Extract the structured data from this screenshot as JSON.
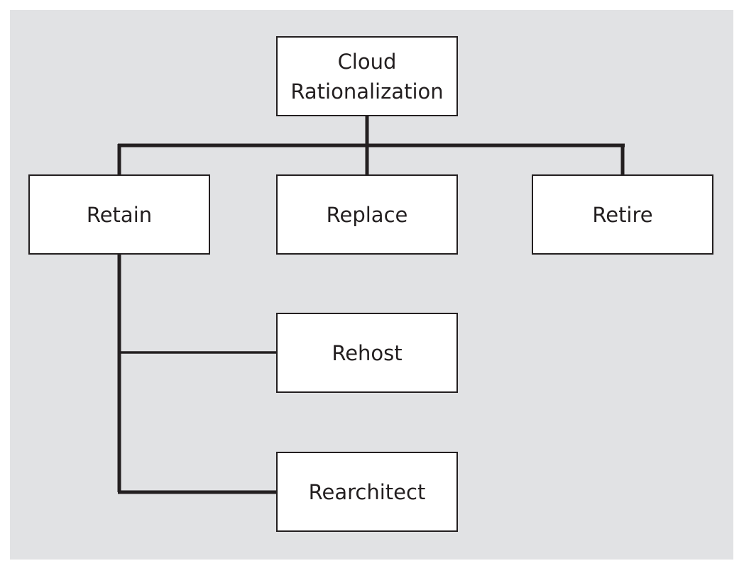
{
  "diagram": {
    "root": {
      "label": "Cloud\nRationalization"
    },
    "retain": {
      "label": "Retain"
    },
    "replace": {
      "label": "Replace"
    },
    "retire": {
      "label": "Retire"
    },
    "rehost": {
      "label": "Rehost"
    },
    "rearchitect": {
      "label": "Rearchitect"
    }
  },
  "colors": {
    "background": "#e1e2e4",
    "box_fill": "#ffffff",
    "line": "#231f20"
  }
}
